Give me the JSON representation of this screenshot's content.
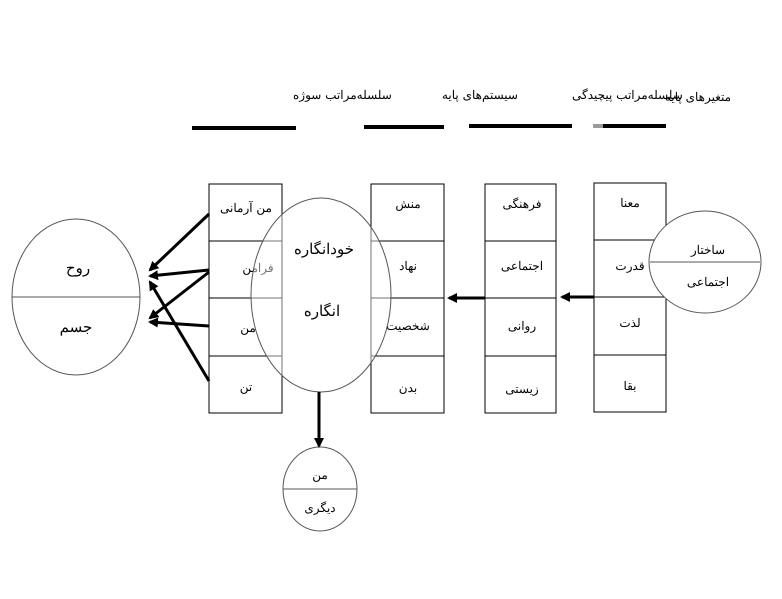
{
  "headers": {
    "base_variables": "متغیرهای پایه",
    "complexity_hierarchy": "سلسله‌مراتب پیچیدگی",
    "base_systems": "سیستم‌های پایه",
    "subject_hierarchy": "سلسله‌مراتب سوژه"
  },
  "columns": {
    "base_variables": [
      "معنا",
      "قدرت",
      "لذت",
      "بقا"
    ],
    "complexity_hierarchy": [
      "فرهنگی",
      "اجتماعی",
      "روانی",
      "زیستی"
    ],
    "base_systems": [
      "منش",
      "نهاد",
      "شخصیت",
      "بدن"
    ],
    "subject_hierarchy": [
      "من آرمانی",
      "فرامن",
      "من",
      "تن"
    ]
  },
  "ellipses": {
    "social_structure": {
      "top": "ساختار",
      "bottom": "اجتماعی"
    },
    "self_concept": {
      "top": "خودانگاره",
      "bottom": "انگاره"
    },
    "soul_body": {
      "top": "روح",
      "bottom": "جسم"
    },
    "me_other": {
      "top": "من",
      "bottom": "دیگری"
    }
  },
  "colors": {
    "line": "#000000",
    "ellipse_stroke": "#555555",
    "accent_gray": "#9a9a9a"
  }
}
